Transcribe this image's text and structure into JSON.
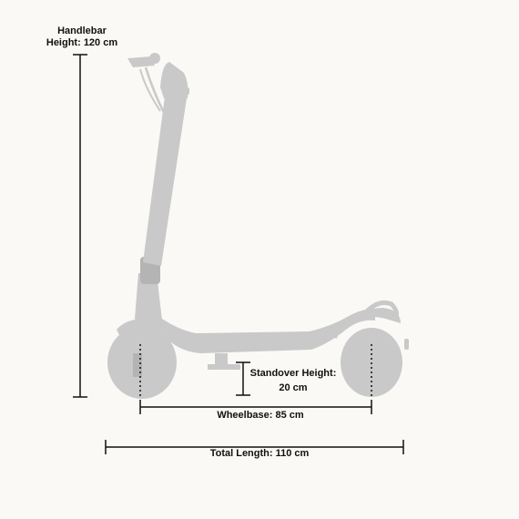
{
  "labels": {
    "handlebar_line1": "Handlebar",
    "handlebar_line2": "Height: 120 cm",
    "standover_line1": "Standover Height:",
    "standover_line2": "20 cm",
    "wheelbase": "Wheelbase: 85 cm",
    "total_length": "Total Length: 110 cm"
  },
  "colors": {
    "scooter": "#c9c9c9",
    "scooter_dark": "#b4b4b4",
    "dimension_line": "#111111",
    "background": "#fbf9f5"
  }
}
